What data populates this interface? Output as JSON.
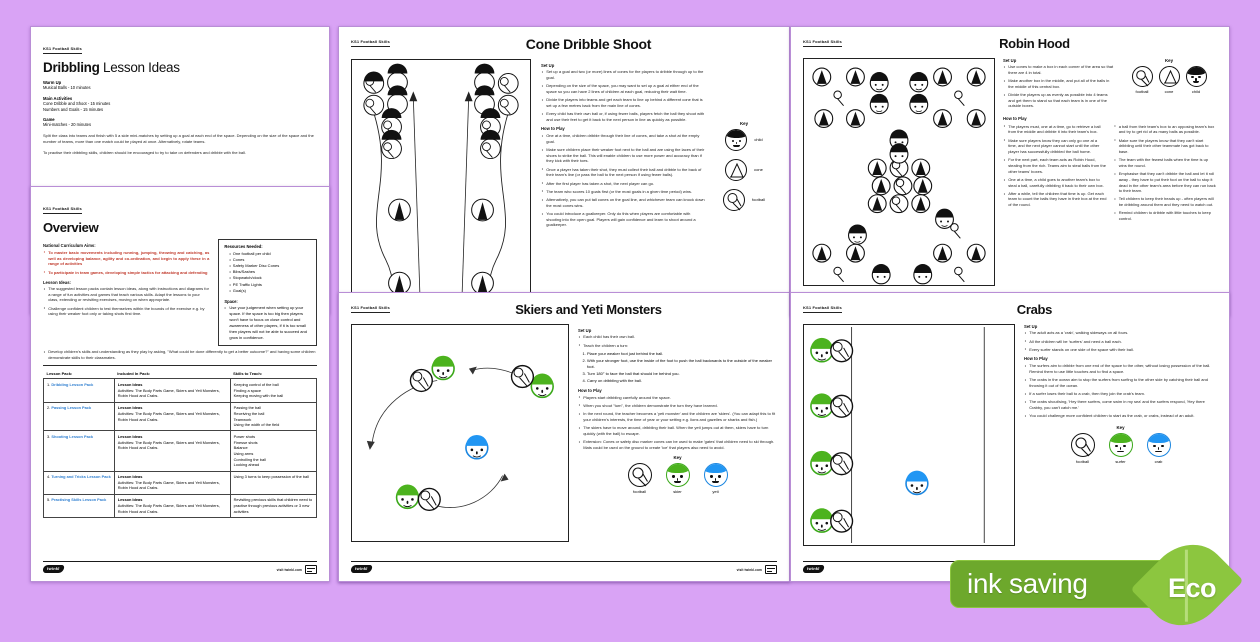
{
  "background_color": "#d9a3f5",
  "kicker": "KS1 Football Skills",
  "footer": {
    "brand": "twinkl",
    "url": "visit twinkl.com"
  },
  "lesson_ideas": {
    "title_bold": "Dribbling",
    "title_light": " Lesson Ideas",
    "blocks": [
      {
        "label": "Warm Up",
        "value": "Musical Balls - 10 minutes"
      },
      {
        "label": "Main Activities",
        "value": "Cone Dribble and Shoot - 15 minutes\nNumbers and Goals - 15 minutes"
      },
      {
        "label": "Game",
        "value": "Mini-matches - 20 minutes"
      }
    ],
    "paragraphs": [
      "Split the class into teams and finish with 5 a side mini-matches by setting up a goal at each end of the space. Depending on the size of the space and the number of teams, more than one match could be played at once. Alternatively, rotate teams.",
      "To practise their dribbling skills, children should be encouraged to try to take on defenders and dribble with the ball."
    ]
  },
  "overview": {
    "title": "Overview",
    "nc_heading": "National Curriculum Aims:",
    "nc_aims": [
      "To master basic movements including running, jumping, throwing and catching, as well as developing balance, agility and co-ordination, and begin to apply these in a range of activities",
      "To participate in team games, developing simple tactics for attacking and defending"
    ],
    "lesson_ideas_heading": "Lesson Ideas:",
    "lesson_idea_points": [
      "The suggested lesson packs contain lesson ideas, along with instructions and diagrams for a range of fun activities and games that teach various skills. Adapt the lessons to your class, extending or revisiting exercises, moving on when appropriate.",
      "Challenge confident children to test themselves within the bounds of the exercise e.g. by using their weaker foot only or taking shots first time.",
      "Develop children's skills and understanding as they play by asking, \"What could be done differently to get a better outcome?\" and having some children demonstrate skills to their classmates."
    ],
    "resources_heading": "Resources Needed:",
    "resources": [
      "One football per child",
      "Cones",
      "Safety Marker Disc Cones",
      "Bibs/Sashes",
      "Stopwatch/clock",
      "PE Traffic Lights",
      "Goal(s)"
    ],
    "space_heading": "Space:",
    "space_text": "Use your judgement when setting up your space. If the space is too big then players won't have to focus on close control and awareness of other players, if it is too small then players will not be able to succeed and grow in confidence.",
    "table": {
      "headers": [
        "Lesson Pack:",
        "Included In Pack:",
        "Skills to Teach:"
      ],
      "rows": [
        {
          "num": "1.",
          "pack": "Dribbling Lesson Pack",
          "included_heading": "Lesson Ideas",
          "included_text": "Activities: The Body Parts Game, Skiers and Yeti Monsters, Robin Hood and Crabs.",
          "skills": "Keeping control of the ball\nFinding a space\nKeeping moving with the ball"
        },
        {
          "num": "2.",
          "pack": "Passing Lesson Pack",
          "included_heading": "Lesson Ideas",
          "included_text": "Activities: The Body Parts Game, Skiers and Yeti Monsters, Robin Hood and Crabs.",
          "skills": "Passing the ball\nReceiving the ball\nTeamwork\nUsing the width of the field"
        },
        {
          "num": "3.",
          "pack": "Shooting Lesson Pack",
          "included_heading": "Lesson Ideas",
          "included_text": "Activities: The Body Parts Game, Skiers and Yeti Monsters, Robin Hood and Crabs.",
          "skills": "Power shots\nFinesse shots\nBalance\nUsing arms\nControlling the ball\nLooking ahead"
        },
        {
          "num": "4.",
          "pack": "Turning and Tricks Lesson Pack",
          "included_heading": "Lesson Ideas",
          "included_text": "Activities: The Body Parts Game, Skiers and Yeti Monsters, Robin Hood and Crabs.",
          "skills": "Using 3 turns to keep possession of the ball"
        },
        {
          "num": "5.",
          "pack": "Practising Skills Lesson Pack",
          "included_heading": "Lesson Ideas",
          "included_text": "Activities: The Body Parts Game, Skiers and Yeti Monsters, Robin Hood and Crabs.",
          "skills": "Revisiting previous skills that children need to practise through previous activities or 3 new activities"
        }
      ]
    }
  },
  "cone_dribble": {
    "title": "Cone Dribble Shoot",
    "setup_heading": "Set Up",
    "setup": [
      "Set up a goal and two (or more) lines of cones for the players to dribble through up to the goal.",
      "Depending on the size of the space, you may want to set up a goal at either end of the space so you can have 2 lines of children at each goal, reducing their wait time.",
      "Divide the players into teams and get each team to line up behind a different cone that is set up a few metres back from the main line of cones.",
      "Every child has their own ball or, if using fewer balls, players fetch the ball they shoot with and use their feet to get it back to the next person in line as quickly as possible."
    ],
    "play_heading": "How to Play",
    "play": [
      "One at a time, children dribble through their line of cones, and take a shot at the empty goal.",
      "Make sure children place their weaker foot next to the ball and are using the laces of their shoes to strike the ball. This will enable children to use more power and accuracy than if they kick with their toes.",
      "Once a player has taken their shot, they must collect their ball and dribble to the back of their team's line (or pass the ball to the next person if using fewer balls).",
      "After the first player has taken a shot, the next player can go.",
      "The team who scores 10 goals first (or the most goals in a given time period) wins.",
      "Alternatively, you can put tall cones on the goal line, and whichever team can knock down the most cones wins.",
      "You could introduce a goalkeeper. Only do this when players are comfortable with shooting into the open goal. Players will gain confidence and learn to shoot around a goalkeeper."
    ],
    "key_heading": "Key",
    "key": [
      {
        "icon": "child-icon",
        "label": "child"
      },
      {
        "icon": "cone-icon",
        "label": "cone"
      },
      {
        "icon": "football-icon",
        "label": "football"
      }
    ]
  },
  "robin_hood": {
    "title": "Robin Hood",
    "setup_heading": "Set Up",
    "setup": [
      "Use cones to make a box in each corner of the area so that there are 4 in total.",
      "Make another box in the middle, and put all of the balls in the middle of this central box.",
      "Divide the players up as evenly as possible into 4 teams and get them to stand so that each team is in one of the outside boxes."
    ],
    "play_heading": "How to Play",
    "play_left": [
      "The players must, one at a time, go to retrieve a ball from the middle and dribble it into their team's box.",
      "Make sure players know they can only go one at a time, and the next player cannot start until the other player has successfully dribbled the ball home.",
      "For the next part, each team acts as Robin Hood, stealing from the rich. Teams aim to steal balls from the other teams' boxes.",
      "One at a time, a child goes to another team's box to steal a ball, carefully dribbling it back to their own box.",
      "After a while, tell the children that time is up. Get each team to count the balls they have in their box at the end of the round."
    ],
    "play_right": [
      "a ball from their team's box to an opposing team's box and try to get rid of as many balls as possible.",
      "Make sure the players know that they can't start dribbling until their other teammate has got back to base.",
      "The team with the fewest balls when the time is up wins the round.",
      "Emphasise that they can't dribble the ball and let it roll away - they have to put their foot on the ball to stop it dead in the other team's area before they can run back to their team.",
      "Tell children to keep their heads up - often players will be dribbling around them and they need to watch out.",
      "Remind children to dribble with little touches to keep control."
    ],
    "key_heading": "Key",
    "key": [
      {
        "icon": "football-icon",
        "label": "football"
      },
      {
        "icon": "cone-icon",
        "label": "cone"
      },
      {
        "icon": "child-icon",
        "label": "child"
      }
    ]
  },
  "skiers": {
    "title": "Skiers and Yeti Monsters",
    "setup_heading": "Set Up",
    "setup": [
      "Each child has their own ball.",
      "Teach the children a turn:"
    ],
    "turn_steps": [
      "Place your weaker foot just behind the ball.",
      "With your stronger foot, use the inside of the foot to push the ball backwards to the outside of the weaker foot.",
      "Turn 180° to face the ball that should be behind you.",
      "Carry on dribbling with the ball."
    ],
    "play_heading": "How to Play",
    "play": [
      "Players start dribbling carefully around the space.",
      "When you shout \"turn\", the children demonstrate the turn they have learned.",
      "In the next round, the teacher becomes a 'yeti monster' and the children are 'skiers'. (You can adapt this to fit your children's interests, the time of year or your setting e.g. lions and gazelles or sharks and fish.)",
      "The skiers have to move around, dribbling their ball. When the yeti jumps out at them, skiers have to turn quickly (with the ball) to escape.",
      "Extension: Cones or safety disc marker cones can be used to make 'gates' that children need to ski through. Mats could be used on the ground to create 'ice' that players also need to avoid."
    ],
    "key_heading": "Key",
    "key": [
      {
        "icon": "football-icon",
        "label": "football"
      },
      {
        "icon": "skier-icon",
        "label": "skier"
      },
      {
        "icon": "yeti-icon",
        "label": "yeti"
      }
    ]
  },
  "crabs": {
    "title": "Crabs",
    "setup_heading": "Set Up",
    "setup": [
      "The adult acts as a 'crab', walking sideways on all fours.",
      "All the children will be 'surfers' and need a ball each.",
      "Every surfer stands on one side of the space with their ball."
    ],
    "play_heading": "How to Play",
    "play": [
      "The surfers aim to dribble from one end of the space to the other, without losing possession of the ball. Remind them to use little touches and to find a space.",
      "The crabs in the ocean aim to stop the surfers from surfing to the other side by catching their ball and throwing it out of the ocean.",
      "If a surfer loses their ball to a crab, then they join the crab's team.",
      "The crabs shout/sing, 'Hey there surfers, come swim in my sea' and the surfers respond, 'Hey there Crabby, you can't catch me.'",
      "You could challenge more confident children to start as the crab, or crabs, instead of an adult."
    ],
    "key_heading": "Key",
    "key": [
      {
        "icon": "football-icon",
        "label": "football"
      },
      {
        "icon": "surfer-icon",
        "label": "surfer"
      },
      {
        "icon": "crab-icon",
        "label": "crab"
      }
    ]
  },
  "eco_badge": {
    "text": "ink saving",
    "word": "Eco",
    "pill_color": "#6da82c",
    "leaf_color": "#8cc63f"
  }
}
